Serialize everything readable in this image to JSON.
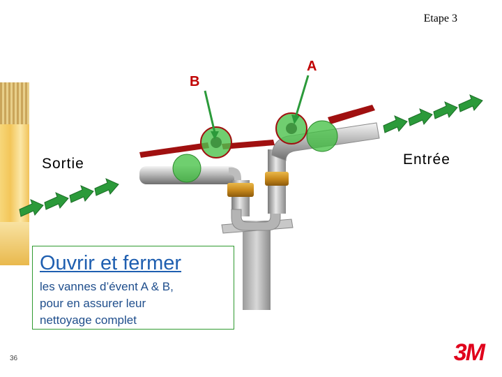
{
  "header": {
    "step": "Etape 3"
  },
  "labels": {
    "outlet": "Sortie",
    "inlet": "Entrée",
    "valve_a": "A",
    "valve_b": "B"
  },
  "note": {
    "title": "Ouvrir et fermer",
    "lines": [
      "les vannes d’évent A & B,",
      "pour en assurer leur",
      "nettoyage complet"
    ]
  },
  "footer": {
    "page": "36",
    "logo": "3M"
  },
  "colors": {
    "arrow": "#2b9a3a",
    "pointer": "#2b9a3a",
    "handle": "#a01010",
    "note_border": "#2f9a2f",
    "note_title": "#1f5fb0",
    "logo": "#e0001b"
  },
  "icons": {
    "arrows": "arrow-left-icon",
    "valve": "ball-valve-icon"
  }
}
